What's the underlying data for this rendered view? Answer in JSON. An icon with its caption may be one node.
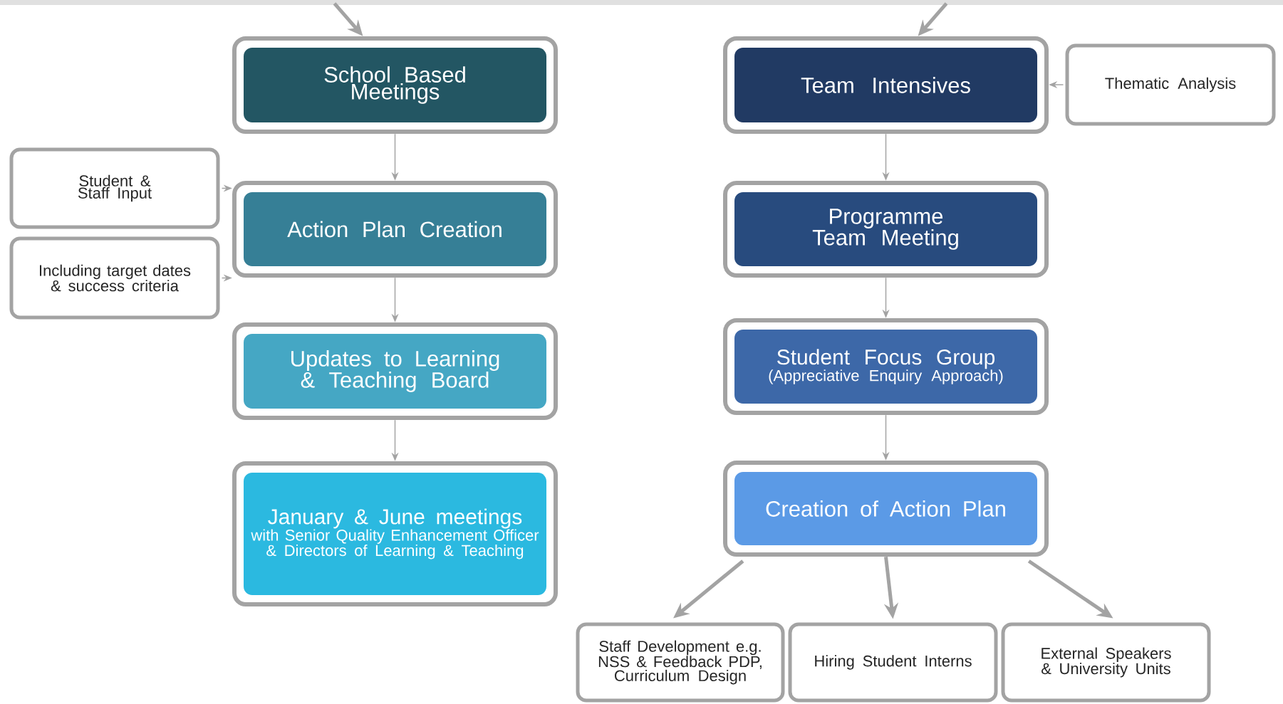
{
  "diagram": {
    "nodes": [
      {
        "text": [
          "School Based Meetings"
        ]
      },
      {
        "text": [
          "Student & Staff Input"
        ]
      },
      {
        "text": [
          "Including target dates & success criteria"
        ]
      },
      {
        "text": [
          "Action Plan Creation"
        ]
      },
      {
        "text": [
          "Updates to Learning & Teaching Board"
        ]
      },
      {
        "text": [
          "January & June meetings",
          "with Senior Quality Enhancement Officer & Directors of Learning & Teaching"
        ]
      },
      {
        "text": [
          "Team Intensives"
        ]
      },
      {
        "text": [
          "Thematic Analysis"
        ]
      },
      {
        "text": [
          "Programme Team Meeting"
        ]
      },
      {
        "text": [
          "Student Focus Group",
          "(Appreciative Enquiry Approach)"
        ]
      },
      {
        "text": [
          "Creation of Action Plan"
        ]
      },
      {
        "text": [
          "Staff Development e.g. NSS & Feedback PDP, Curriculum Design"
        ]
      },
      {
        "text": [
          "Hiring Student Interns"
        ]
      },
      {
        "text": [
          "External Speakers & University Units"
        ]
      }
    ],
    "edges": [
      {
        "from": null,
        "to": 0,
        "arrow": "to",
        "style": "thick"
      },
      {
        "from": null,
        "to": 6,
        "arrow": "to",
        "style": "thick"
      },
      {
        "from": 0,
        "to": 3,
        "arrow": "to"
      },
      {
        "from": 1,
        "to": 3,
        "arrow": "to"
      },
      {
        "from": 2,
        "to": 3,
        "arrow": "to"
      },
      {
        "from": 3,
        "to": 4,
        "arrow": "to"
      },
      {
        "from": 4,
        "to": 5,
        "arrow": "to"
      },
      {
        "from": 7,
        "to": 6,
        "arrow": "to"
      },
      {
        "from": 6,
        "to": 8,
        "arrow": "to"
      },
      {
        "from": 8,
        "to": 9,
        "arrow": "to"
      },
      {
        "from": 9,
        "to": 10,
        "arrow": "to"
      },
      {
        "from": 10,
        "to": 11,
        "arrow": "to",
        "style": "thick"
      },
      {
        "from": 10,
        "to": 12,
        "arrow": "to",
        "style": "thick"
      },
      {
        "from": 10,
        "to": 13,
        "arrow": "to",
        "style": "thick"
      }
    ]
  }
}
